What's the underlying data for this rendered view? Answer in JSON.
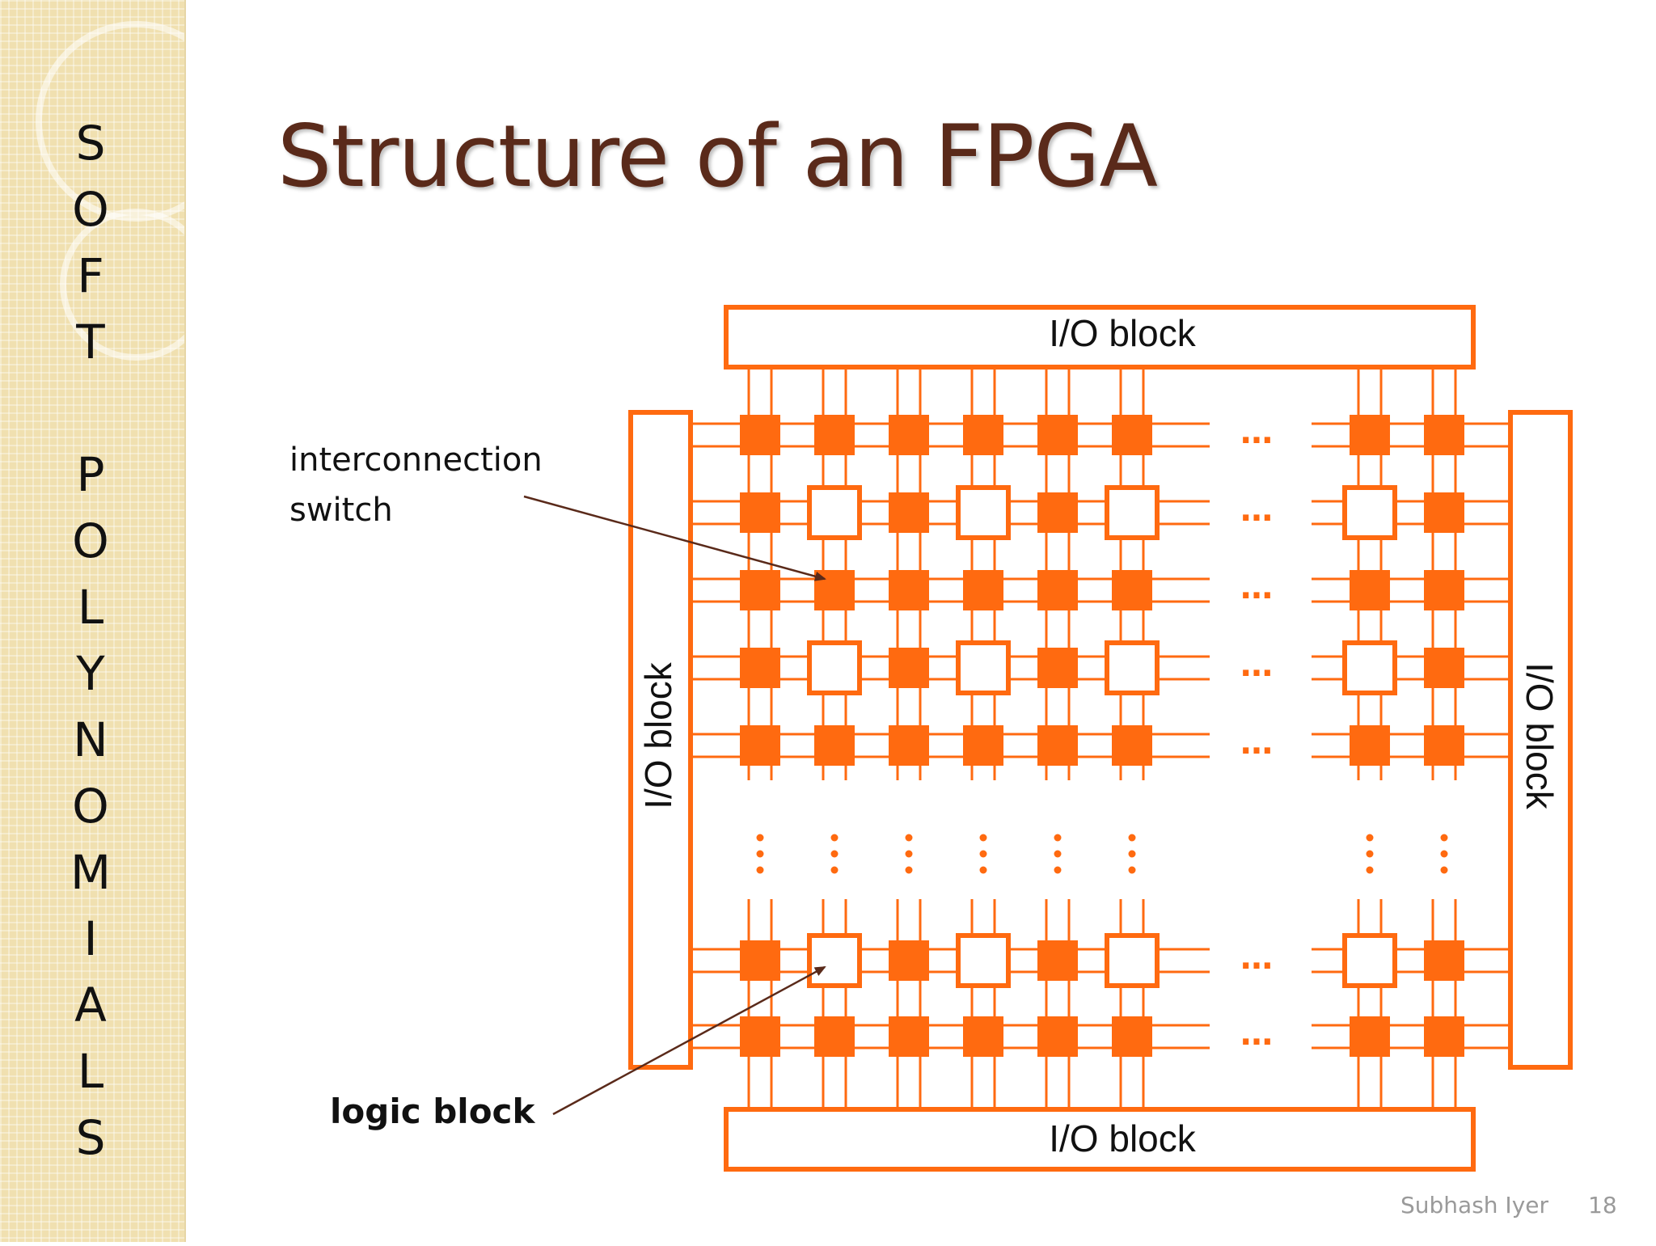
{
  "sidebar": {
    "brand_letters": [
      "S",
      "O",
      "F",
      "T",
      "P",
      "O",
      "L",
      "Y",
      "N",
      "O",
      "M",
      "I",
      "A",
      "L",
      "S"
    ]
  },
  "slide": {
    "title": "Structure of an FPGA"
  },
  "diagram": {
    "io_top": "I/O block",
    "io_bottom": "I/O block",
    "io_left": "I/O block",
    "io_right": "I/O block",
    "interconnection_label": [
      "interconnection",
      "switch"
    ],
    "logic_label": "logic block",
    "ellipsis": "…",
    "colors": {
      "accent": "#ff6a10",
      "arrow": "#5a2a1a",
      "title": "#5a2a1a"
    }
  },
  "footer": {
    "author": "Subhash Iyer",
    "page": "18"
  }
}
